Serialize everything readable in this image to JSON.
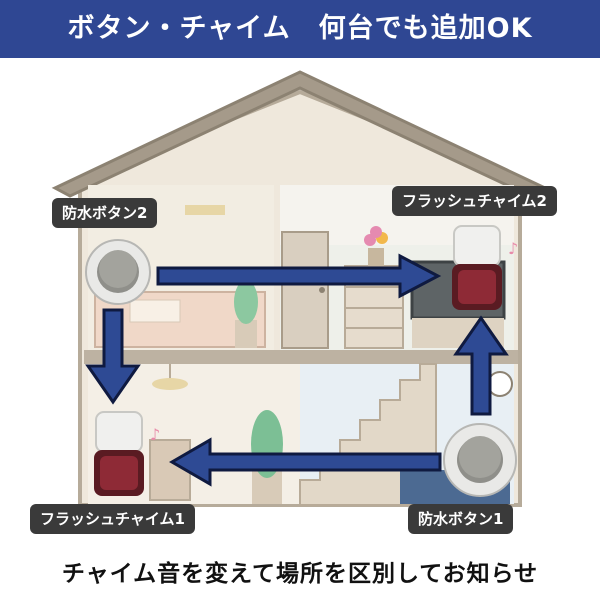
{
  "header": {
    "title": "ボタン・チャイム　何台でも追加OK"
  },
  "labels": {
    "button2": "防水ボタン2",
    "chime2": "フラッシュチャイム2",
    "chime1": "フラッシュチャイム1",
    "button1": "防水ボタン1"
  },
  "caption": "チャイム音を変えて場所を区別してお知らせ",
  "colors": {
    "banner": "#2f4793",
    "arrow_fill": "#2e4a94",
    "arrow_stroke": "#0f1a40",
    "label_bg": "#3a3a3a"
  }
}
